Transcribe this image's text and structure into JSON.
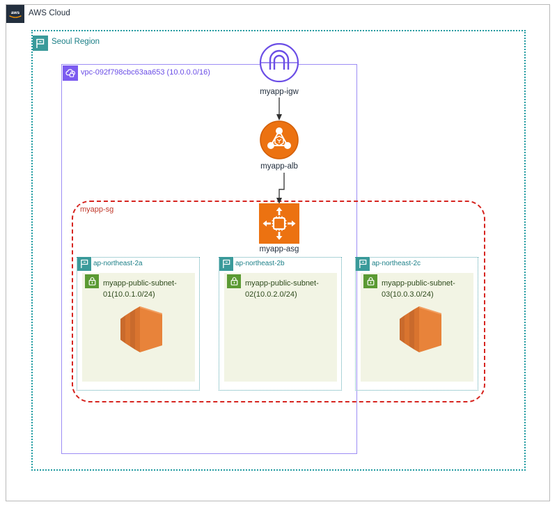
{
  "cloud": {
    "title": "AWS Cloud",
    "logo_icon": "aws-logo-icon",
    "border_color": "#b9b9b9"
  },
  "region": {
    "title": "Seoul Region",
    "icon": "region-flag-icon",
    "accent_color": "#1b7f87",
    "border_color": "#1f9aa0"
  },
  "vpc": {
    "title": "vpc-092f798cbc63aa653 (10.0.0.0/16)",
    "icon": "vpc-cloud-lock-icon",
    "accent_color": "#6b4ee6",
    "border_color": "#9d8df5"
  },
  "security_group": {
    "title": "myapp-sg",
    "accent_color": "#c0392b",
    "border_color": "#d6241f",
    "border_style": "dashed"
  },
  "nodes": {
    "igw": {
      "label": "myapp-igw",
      "icon": "internet-gateway-icon",
      "color": "#7c5cf0"
    },
    "alb": {
      "label": "myapp-alb",
      "icon": "application-load-balancer-icon",
      "color": "#ec7211"
    },
    "asg": {
      "label": "myapp-asg",
      "icon": "auto-scaling-group-icon",
      "color": "#ec7211"
    }
  },
  "availability_zones": [
    {
      "name": "ap-northeast-2a",
      "icon": "az-flag-icon",
      "subnet": {
        "name": "myapp-public-subnet-01(10.0.1.0/24)",
        "icon": "public-subnet-lock-icon",
        "fill": "#f2f4e4",
        "has_instance": true,
        "instance_icon": "ec2-instances-icon"
      }
    },
    {
      "name": "ap-northeast-2b",
      "icon": "az-flag-icon",
      "subnet": {
        "name": "myapp-public-subnet-02(10.0.2.0/24)",
        "icon": "public-subnet-lock-icon",
        "fill": "#f2f4e4",
        "has_instance": false,
        "instance_icon": ""
      }
    },
    {
      "name": "ap-northeast-2c",
      "icon": "az-flag-icon",
      "subnet": {
        "name": "myapp-public-subnet-03(10.0.3.0/24)",
        "icon": "public-subnet-lock-icon",
        "fill": "#f2f4e4",
        "has_instance": true,
        "instance_icon": "ec2-instances-icon"
      }
    }
  ],
  "connections": [
    {
      "from": "myapp-igw",
      "to": "myapp-alb",
      "style": "arrow"
    },
    {
      "from": "myapp-alb",
      "to": "myapp-asg",
      "style": "arrow"
    }
  ]
}
